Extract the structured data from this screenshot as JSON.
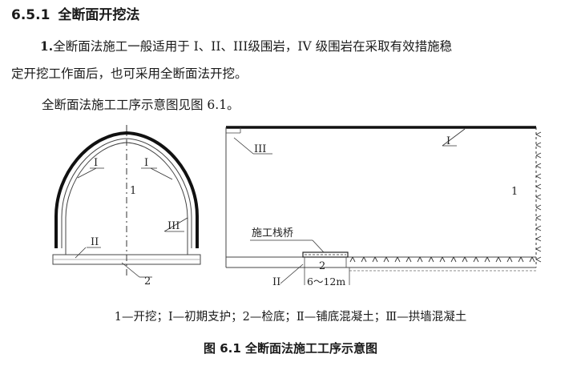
{
  "section": {
    "number": "6.5.1",
    "title": "全断面开挖法"
  },
  "paragraphs": {
    "p1_lead": "1.",
    "p1_text": "全断面法施工一般适用于 I、II、III级围岩，IV 级围岩在采取有效措施稳",
    "p2_text": "定开挖工作面后，也可采用全断面法开挖。",
    "p3_text": "全断面法施工工序示意图见图 6.1。"
  },
  "figure": {
    "left": {
      "label_I_a": "I",
      "label_I_b": "I",
      "label_1": "1",
      "label_III": "III",
      "label_II": "II",
      "label_2": "2"
    },
    "right": {
      "label_III": "III",
      "label_I": "I",
      "label_1": "1",
      "bridge_label": "施工栈桥",
      "label_2": "2",
      "label_II": "II",
      "distance": "6～12m"
    },
    "legend": "1—开挖；Ⅰ—初期支护；2—检底；Ⅱ—铺底混凝土；Ⅲ—拱墙混凝土",
    "caption": "图 6.1  全断面法施工工序示意图"
  }
}
